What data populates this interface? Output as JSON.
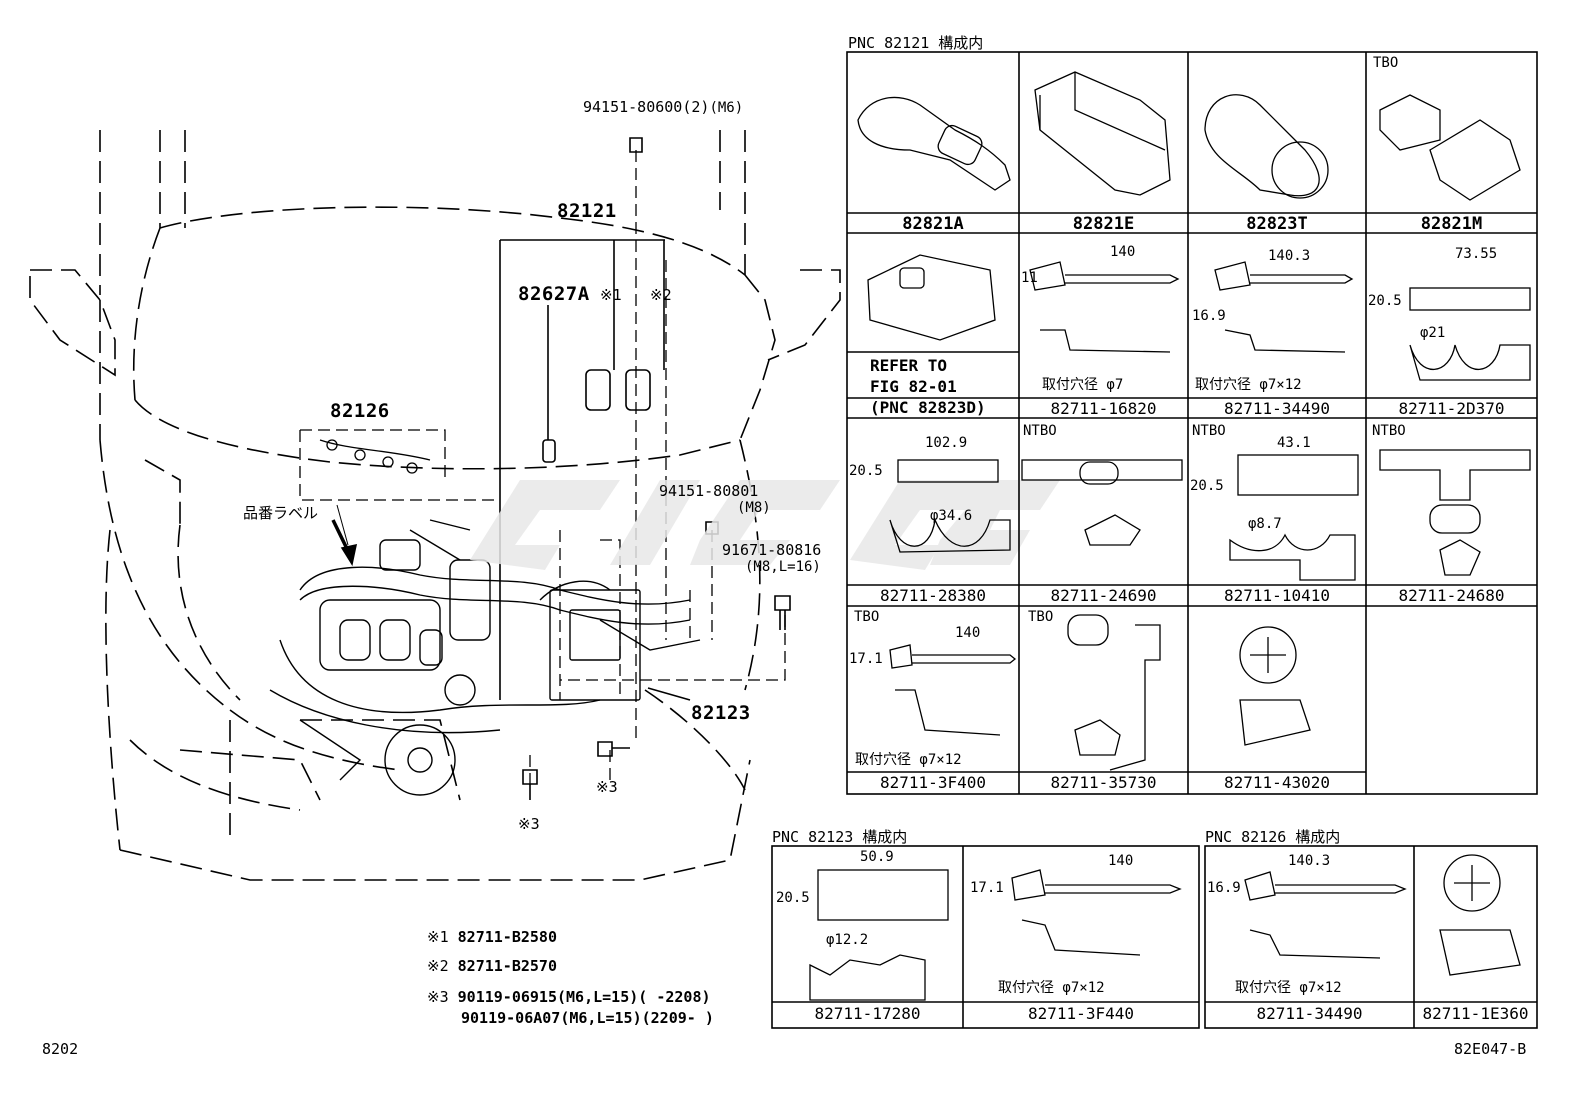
{
  "page": {
    "footer_left": "8202",
    "footer_right": "82E047-B"
  },
  "main": {
    "callouts": {
      "c94151_80600": "94151-80600(2)",
      "c94151_80600_sub": "(M6)",
      "c82121": "82121",
      "c82627A": "82627A",
      "m1": "※1",
      "m2": "※2",
      "c82126": "82126",
      "label_jp": "品番ラベル",
      "c94151_80801": "94151-80801",
      "c94151_80801_sub": "(M8)",
      "c91671_80816": "91671-80816",
      "c91671_80816_sub": "(M8,L=16)",
      "c82123": "82123",
      "m3a": "※3",
      "m3b": "※3"
    },
    "notes": [
      {
        "mark": "※1",
        "text": "82711-B2580"
      },
      {
        "mark": "※2",
        "text": "82711-B2570"
      },
      {
        "mark": "※3",
        "text": "90119-06915(M6,L=15)(      -2208)"
      },
      {
        "mark": "",
        "text": "90119-06A07(M6,L=15)(2209-      )"
      }
    ]
  },
  "table_82121": {
    "title": "PNC 82121 構成内",
    "rows": [
      [
        {
          "pn": "82821A",
          "tag": "",
          "bold": true
        },
        {
          "pn": "82821E",
          "tag": "",
          "bold": true
        },
        {
          "pn": "82823T",
          "tag": "",
          "bold": true
        },
        {
          "pn": "82821M",
          "tag": "TBO",
          "bold": true
        }
      ],
      [
        {
          "pn": "",
          "tag": "",
          "refer": [
            "REFER TO",
            "FIG 82-01",
            "(PNC 82823D)"
          ]
        },
        {
          "pn": "82711-16820",
          "tag": "",
          "dims": [
            "140",
            "11"
          ],
          "hole": "取付穴径 φ7"
        },
        {
          "pn": "82711-34490",
          "tag": "",
          "dims": [
            "140.3",
            "16.9"
          ],
          "hole": "取付穴径 φ7×12"
        },
        {
          "pn": "82711-2D370",
          "tag": "",
          "dims": [
            "73.55",
            "20.5",
            "φ21"
          ]
        }
      ],
      [
        {
          "pn": "82711-28380",
          "tag": "",
          "dims": [
            "102.9",
            "20.5",
            "φ34.6"
          ]
        },
        {
          "pn": "82711-24690",
          "tag": "NTBO"
        },
        {
          "pn": "82711-10410",
          "tag": "NTBO",
          "dims": [
            "43.1",
            "20.5",
            "φ8.7"
          ]
        },
        {
          "pn": "82711-24680",
          "tag": "NTBO"
        }
      ],
      [
        {
          "pn": "82711-3F400",
          "tag": "TBO",
          "dims": [
            "140",
            "17.1"
          ],
          "hole": "取付穴径 φ7×12"
        },
        {
          "pn": "82711-35730",
          "tag": "TBO"
        },
        {
          "pn": "82711-43020",
          "tag": ""
        }
      ]
    ]
  },
  "table_82123": {
    "title": "PNC 82123 構成内",
    "cells": [
      {
        "pn": "82711-17280",
        "dims": [
          "50.9",
          "20.5",
          "φ12.2"
        ]
      },
      {
        "pn": "82711-3F440",
        "dims": [
          "140",
          "17.1"
        ],
        "hole": "取付穴径 φ7×12"
      }
    ]
  },
  "table_82126": {
    "title": "PNC 82126 構成内",
    "cells": [
      {
        "pn": "82711-34490",
        "dims": [
          "140.3",
          "16.9"
        ],
        "hole": "取付穴径 φ7×12"
      },
      {
        "pn": "82711-1E360"
      }
    ]
  }
}
